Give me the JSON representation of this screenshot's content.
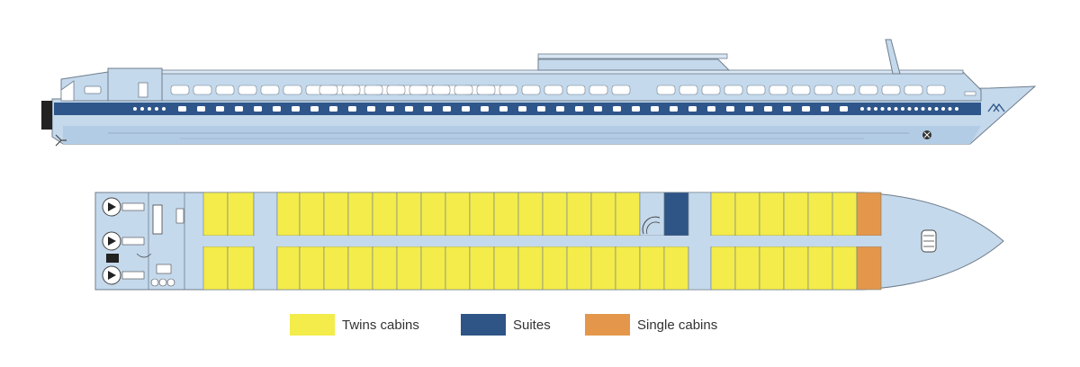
{
  "colors": {
    "hull_light": "#c5d9ec",
    "hull_mid": "#b3cce5",
    "outline": "#6f7d8c",
    "stripe": "#2f568a",
    "window": "#ffffff",
    "twins": "#f3ec4a",
    "suites": "#2f5486",
    "single": "#e4974a",
    "stair": "#ffffff",
    "dark": "#222222"
  },
  "plan": {
    "twin_columns": 25,
    "suite_column_index": 19,
    "corridor_column_indices": [
      2,
      19
    ],
    "single_cabin_rows": 2
  },
  "legend": [
    {
      "key": "twins",
      "label": "Twins cabins",
      "color": "#f3ec4a"
    },
    {
      "key": "suites",
      "label": "Suites",
      "color": "#2f5486"
    },
    {
      "key": "single",
      "label": "Single cabins",
      "color": "#e4974a"
    }
  ]
}
